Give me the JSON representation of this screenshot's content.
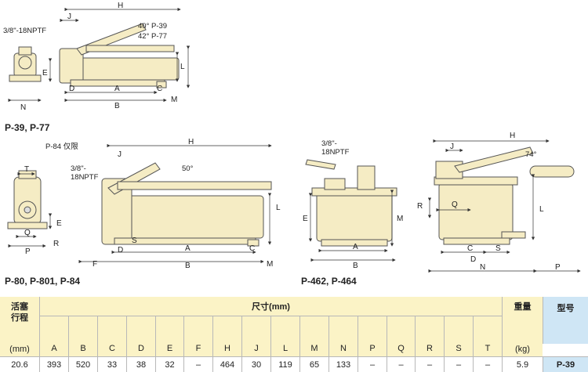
{
  "captions": {
    "group1": "P-39, P-77",
    "group2": "P-80, P-801, P-84",
    "group3": "P-462, P-464"
  },
  "diagram1": {
    "port": "3/8\"-18NPTF",
    "angle1": "40°  P-39",
    "angle2": "42°  P-77",
    "dims": [
      "H",
      "J",
      "E",
      "N",
      "D",
      "A",
      "B",
      "C",
      "L",
      "M"
    ]
  },
  "diagram2": {
    "note": "P-84 仅限",
    "port": "3/8\"-\n18NPTF",
    "angle": "50°",
    "dims": [
      "T",
      "E",
      "Q",
      "P",
      "R",
      "F",
      "D",
      "S",
      "A",
      "B",
      "C",
      "M",
      "L",
      "H",
      "J"
    ]
  },
  "diagram3": {
    "port": "3/8\"-\n18NPTF",
    "dims": [
      "E",
      "M",
      "A",
      "B"
    ]
  },
  "diagram4": {
    "angle": "74°",
    "dims": [
      "H",
      "J",
      "R",
      "Q",
      "L",
      "C",
      "S",
      "N",
      "P",
      "D"
    ]
  },
  "table": {
    "stroke_header": "活塞\n行程",
    "stroke_unit": "(mm)",
    "dimensions_header": "尺寸(mm)",
    "weight_header": "重量",
    "weight_unit": "(kg)",
    "model_header": "型号",
    "columns": [
      "A",
      "B",
      "C",
      "D",
      "E",
      "F",
      "H",
      "J",
      "L",
      "M",
      "N",
      "P",
      "Q",
      "R",
      "S",
      "T"
    ],
    "row": {
      "stroke": "20.6",
      "values": [
        "393",
        "520",
        "33",
        "38",
        "32",
        "–",
        "464",
        "30",
        "119",
        "65",
        "133",
        "–",
        "–",
        "–",
        "–",
        "–"
      ],
      "weight": "5.9",
      "model": "P-39"
    }
  },
  "colors": {
    "pump_body": "#f5ecc4",
    "outline": "#555555",
    "table_header": "#fbf3c6",
    "model_column": "#cfe6f5"
  }
}
